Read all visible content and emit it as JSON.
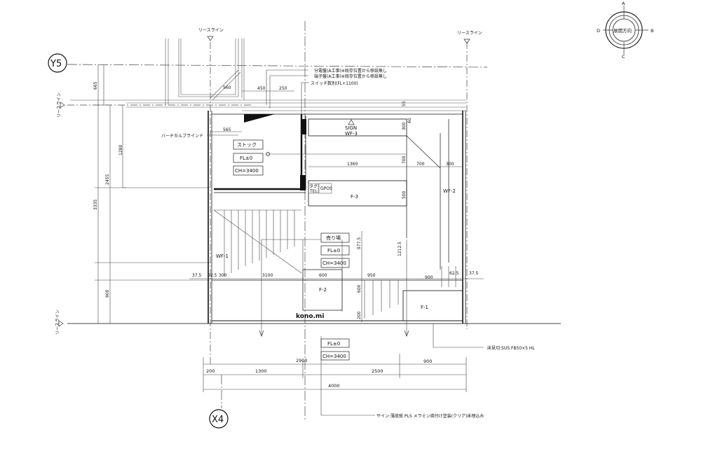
{
  "compass": {
    "title": "展開方向",
    "north": "A",
    "south": "C",
    "east": "B",
    "west": "D"
  },
  "axes": {
    "y5": "Y5",
    "x4": "X4"
  },
  "lease_line": "リースライン",
  "notes": {
    "distribution_board": "分電盤(A工事)※既存位置から移設無し",
    "terminal_board": "端子盤(A工事)※既存位置から移設無し",
    "switch_position": "スイッチ数別(FL+1100)",
    "vertical_blind": "バーチカルブラインド",
    "threshold": "床見切:SUS FB50×5 HL",
    "sign_note": "サイン:薄皮紙 PLS メラミン焼付け塗装(クリア)床埋込み"
  },
  "rooms": {
    "stock": {
      "name": "ストック",
      "fl": "FL±0",
      "ch": "CH=3400"
    },
    "sales": {
      "name": "売り場",
      "fl": "FL±0",
      "ch": "CH=3400"
    },
    "exterior": {
      "fl": "FL±0",
      "ch": "CH=3400"
    }
  },
  "fixtures": {
    "sign": "SIGN",
    "wf1": "WF-1",
    "wf2": "WF-2",
    "wf3": "WF-3",
    "f1": "F-1",
    "f2": "F-2",
    "f3": "F-3",
    "brand": "kono.mi",
    "small_a": "タグ",
    "small_b": "TEL",
    "small_c": "GPOS"
  },
  "dims": {
    "d665": "665",
    "d1280": "1280",
    "d2455": "2455",
    "d3335": "3335",
    "d900v": "900",
    "d560": "560",
    "d450": "450",
    "d250": "250",
    "d565": "565",
    "d55": "55",
    "d300a": "300",
    "d60": "60",
    "d700v": "700",
    "d1360": "1360",
    "d700": "700",
    "d300b": "300",
    "d500": "500",
    "d9775": "977.5",
    "d12125": "1212.5",
    "d375a": "37.5",
    "d625a": "62.5",
    "d300c": "300",
    "d3100": "3100",
    "d600": "600",
    "d950": "950",
    "d900": "900",
    "d625b": "62.5",
    "d375b": "37.5",
    "d600v": "600",
    "d200v": "200",
    "d2900": "2900",
    "d200": "200",
    "d1300": "1300",
    "d2500": "2500",
    "d900b": "900",
    "d4000": "4000"
  }
}
